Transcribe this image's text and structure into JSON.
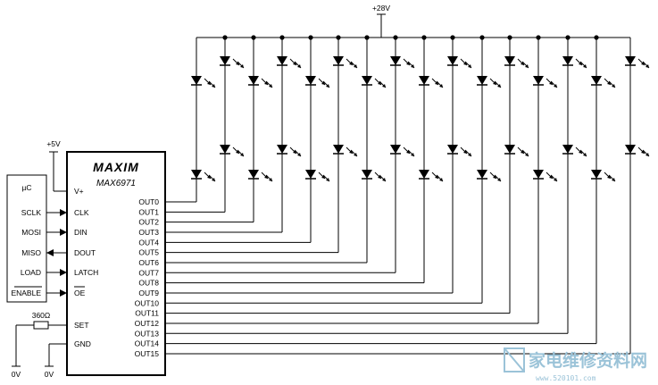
{
  "supply": {
    "top": "+28V",
    "mcu_vcc": "+5V"
  },
  "chip": {
    "brand": "MAXIM",
    "part": "MAX6971",
    "left_pins": [
      "V+",
      "CLK",
      "DIN",
      "DOUT",
      "LATCH",
      "OE",
      "SET",
      "GND"
    ],
    "outputs": [
      "OUT0",
      "OUT1",
      "OUT2",
      "OUT3",
      "OUT4",
      "OUT5",
      "OUT6",
      "OUT7",
      "OUT8",
      "OUT9",
      "OUT10",
      "OUT11",
      "OUT12",
      "OUT13",
      "OUT14",
      "OUT15"
    ]
  },
  "mcu": {
    "title": "µC",
    "pins": [
      "SCLK",
      "MOSI",
      "MISO",
      "LOAD",
      "ENABLE"
    ]
  },
  "resistor": {
    "value": "360Ω"
  },
  "grounds": [
    "0V",
    "0V"
  ],
  "watermark": {
    "text": "家电维修资料网",
    "url": "www.520101.com"
  }
}
